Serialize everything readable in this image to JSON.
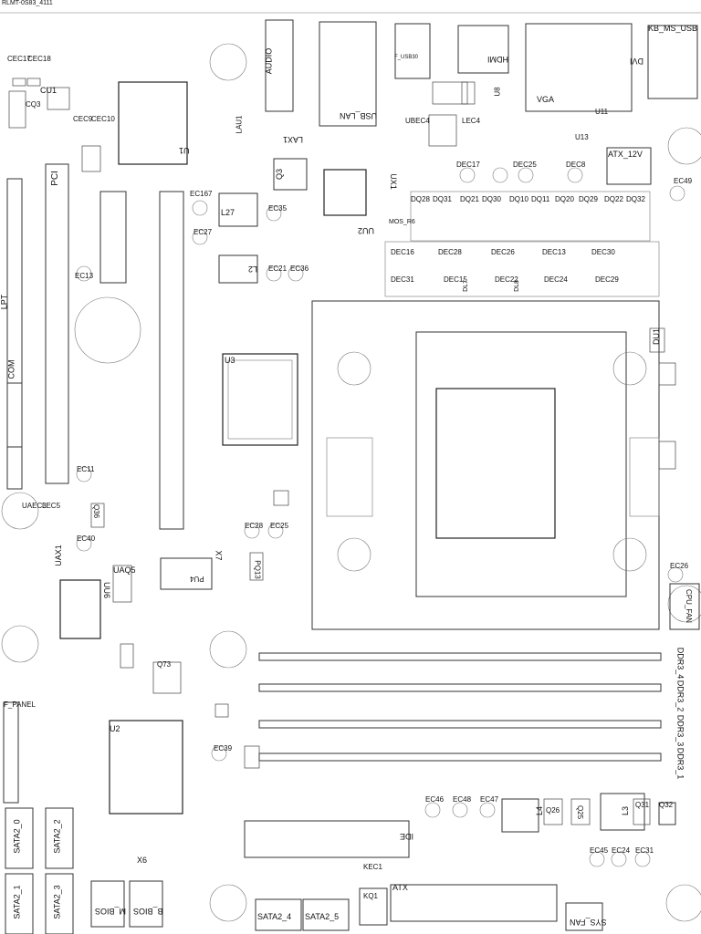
{
  "header": {
    "file_id": "RLMT-0S83_4111"
  },
  "connectors": {
    "audio": "AUDIO",
    "usb_lan": "USB_LAN",
    "hdmi": "HDMI",
    "dvi": "DVI",
    "vga": "VGA",
    "kb_ms_usb": "KB_MS_USB",
    "atx_12v": "ATX_12V",
    "pci": "PCI",
    "lpt": "LPT",
    "com": "COM",
    "ide": "IDE",
    "atx": "ATX",
    "f_panel": "F_PANEL",
    "sys_fan": "SYS_FAN",
    "cpu_fan": "CPU_FAN",
    "m_bios": "M_BIOS",
    "b_bios": "B_BIOS",
    "sata2_0": "SATA2_0",
    "sata2_1": "SATA2_1",
    "sata2_2": "SATA2_2",
    "sata2_3": "SATA2_3",
    "sata2_4": "SATA2_4",
    "sata2_5": "SATA2_5",
    "ddr3_1": "DDR3_1",
    "ddr3_2": "DDR3_2",
    "ddr3_3": "DDR3_3",
    "ddr3_4": "DDR3_4",
    "f_usb30": "F_USB30"
  },
  "chips": {
    "u1": "U1",
    "u2": "U2",
    "u3": "U3",
    "u8": "U8",
    "u13": "U13",
    "u11": "U11",
    "uu2": "UU2",
    "ux1": "UX1",
    "uax1": "UAX1",
    "uaq5": "UAQ5",
    "uu6": "UU6",
    "x6": "X6",
    "x7": "X7",
    "q3": "Q3",
    "q26": "Q26",
    "q31": "Q31",
    "q32": "Q32",
    "q73": "Q73",
    "q36": "Q36",
    "l2": "L2",
    "l3": "L3",
    "l4": "L4",
    "l27": "L27",
    "lu1": "LAU1",
    "lax1": "LAX1",
    "kq1": "KQ1",
    "kec1": "KEC1",
    "cu1": "CU1",
    "cq3": "CQ3",
    "du1": "DU1",
    "pq13": "PQ13",
    "pu4": "PU4",
    "mos_r6": "MOS_R6",
    "dl7": "DL7",
    "dl8": "DL8",
    "q25": "Q25"
  },
  "caps": {
    "cec17": "CEC17",
    "cec18": "CEC18",
    "cec9": "CEC9",
    "cec10": "CEC10",
    "ec167": "EC167",
    "ec27": "EC27",
    "ec35": "EC35",
    "ec21": "EC21",
    "ec36": "EC36",
    "ec13": "EC13",
    "ec11": "EC11",
    "ec40": "EC40",
    "ec28": "EC28",
    "ec25": "EC25",
    "ec49": "EC49",
    "ec26": "EC26",
    "ec39": "EC39",
    "ec46": "EC46",
    "ec48": "EC48",
    "ec47": "EC47",
    "ec45": "EC45",
    "ec24": "EC24",
    "ec31": "EC31",
    "dec17": "DEC17",
    "dec25": "DEC25",
    "dec8": "DEC8",
    "dec16": "DEC16",
    "dec28": "DEC28",
    "dec26": "DEC26",
    "dec13": "DEC13",
    "dec30": "DEC30",
    "dec31": "DEC31",
    "dec15": "DEC15",
    "dec22": "DEC22",
    "dec24": "DEC24",
    "dec29": "DEC29",
    "uaec3": "UAEC3",
    "lec5": "LEC5",
    "ubec4": "UBEC4",
    "lec4": "LEC4"
  },
  "vrm_mosfets": [
    "DQ28",
    "DQ31",
    "DQ21",
    "DQ30",
    "DQ10",
    "DQ11",
    "DQ20",
    "DQ29",
    "DQ22",
    "DQ32"
  ],
  "cpu_socket": {
    "label": ""
  }
}
